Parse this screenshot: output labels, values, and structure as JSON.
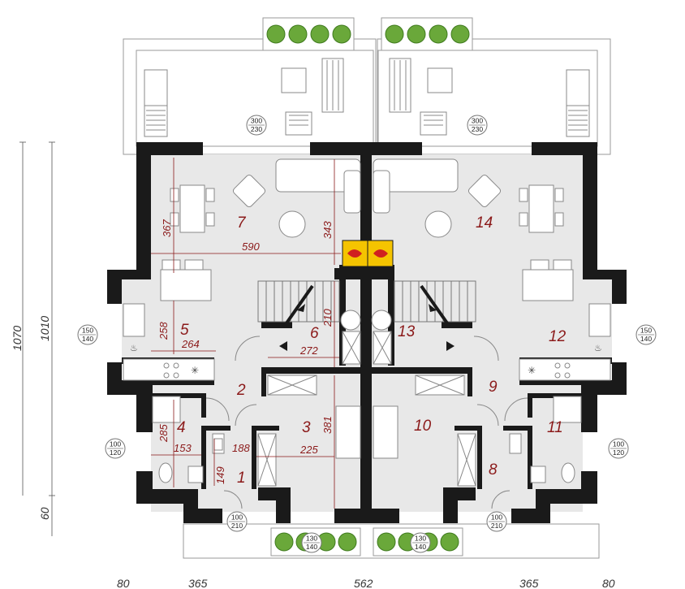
{
  "colors": {
    "wall": "#1a1a1a",
    "floor": "#e8e8e8",
    "outline": "#9a9a9a",
    "label": "#8b1a1a",
    "fireplace": "#f5c400",
    "flame": "#d02020",
    "plant": "#6aa83a"
  },
  "rooms": [
    {
      "num": "1"
    },
    {
      "num": "2"
    },
    {
      "num": "3"
    },
    {
      "num": "4"
    },
    {
      "num": "5"
    },
    {
      "num": "6"
    },
    {
      "num": "7"
    },
    {
      "num": "8"
    },
    {
      "num": "9"
    },
    {
      "num": "10"
    },
    {
      "num": "11"
    },
    {
      "num": "12"
    },
    {
      "num": "13"
    },
    {
      "num": "14"
    }
  ],
  "inner_dims": [
    "367",
    "343",
    "590",
    "258",
    "264",
    "210",
    "272",
    "285",
    "153",
    "188",
    "225",
    "381",
    "149"
  ],
  "windows": [
    {
      "w": "300",
      "h": "230"
    },
    {
      "w": "300",
      "h": "230"
    },
    {
      "w": "150",
      "h": "140"
    },
    {
      "w": "150",
      "h": "140"
    },
    {
      "w": "100",
      "h": "120"
    },
    {
      "w": "100",
      "h": "120"
    },
    {
      "w": "100",
      "h": "210"
    },
    {
      "w": "100",
      "h": "210"
    },
    {
      "w": "130",
      "h": "140"
    },
    {
      "w": "130",
      "h": "140"
    }
  ],
  "outer_dims": {
    "height_total": "1070",
    "height_main": "1010",
    "height_bottom": "60",
    "bottom": [
      "80",
      "365",
      "562",
      "365",
      "80"
    ]
  }
}
